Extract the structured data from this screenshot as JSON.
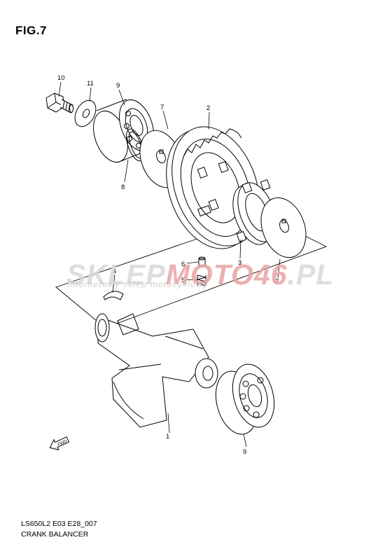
{
  "figure": {
    "title": "FIG.7",
    "code": "LS650L2 E03 E28_007",
    "caption": "CRANK BALANCER"
  },
  "watermark": {
    "main_a": "SKLEP",
    "main_b": "MOTO46",
    "main_c": ".PL",
    "sub": "internetowy sklep motocyklowy",
    "accent_color": "#e9a3a3"
  },
  "callouts": [
    {
      "id": "10",
      "label": "10"
    },
    {
      "id": "11",
      "label": "11"
    },
    {
      "id": "9a",
      "label": "9"
    },
    {
      "id": "7a",
      "label": "7"
    },
    {
      "id": "2",
      "label": "2"
    },
    {
      "id": "8",
      "label": "8"
    },
    {
      "id": "6",
      "label": "6"
    },
    {
      "id": "5",
      "label": "5"
    },
    {
      "id": "3",
      "label": "3"
    },
    {
      "id": "7b",
      "label": "7"
    },
    {
      "id": "4",
      "label": "4"
    },
    {
      "id": "1",
      "label": "1"
    },
    {
      "id": "9b",
      "label": "9"
    }
  ],
  "fwd_marker": {
    "label": "FWD",
    "icon": "fwd-arrow-icon"
  }
}
